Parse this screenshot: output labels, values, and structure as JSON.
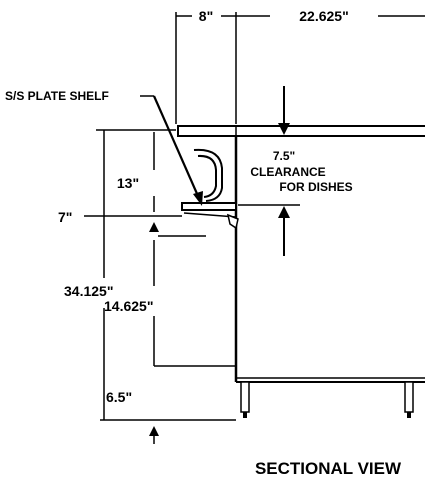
{
  "diagram": {
    "top_dimension_left": "8\"",
    "top_dimension_right": "22.625\"",
    "shelf_callout": "S/S PLATE SHELF",
    "clearance_value": "7.5\"",
    "clearance_line1": "CLEARANCE",
    "clearance_line2": "FOR DISHES",
    "dim_13": "13\"",
    "dim_7": "7\"",
    "dim_34": "34.125\"",
    "dim_14": "14.625\"",
    "dim_6_5": "6.5\"",
    "view_title": "SECTIONAL VIEW"
  }
}
